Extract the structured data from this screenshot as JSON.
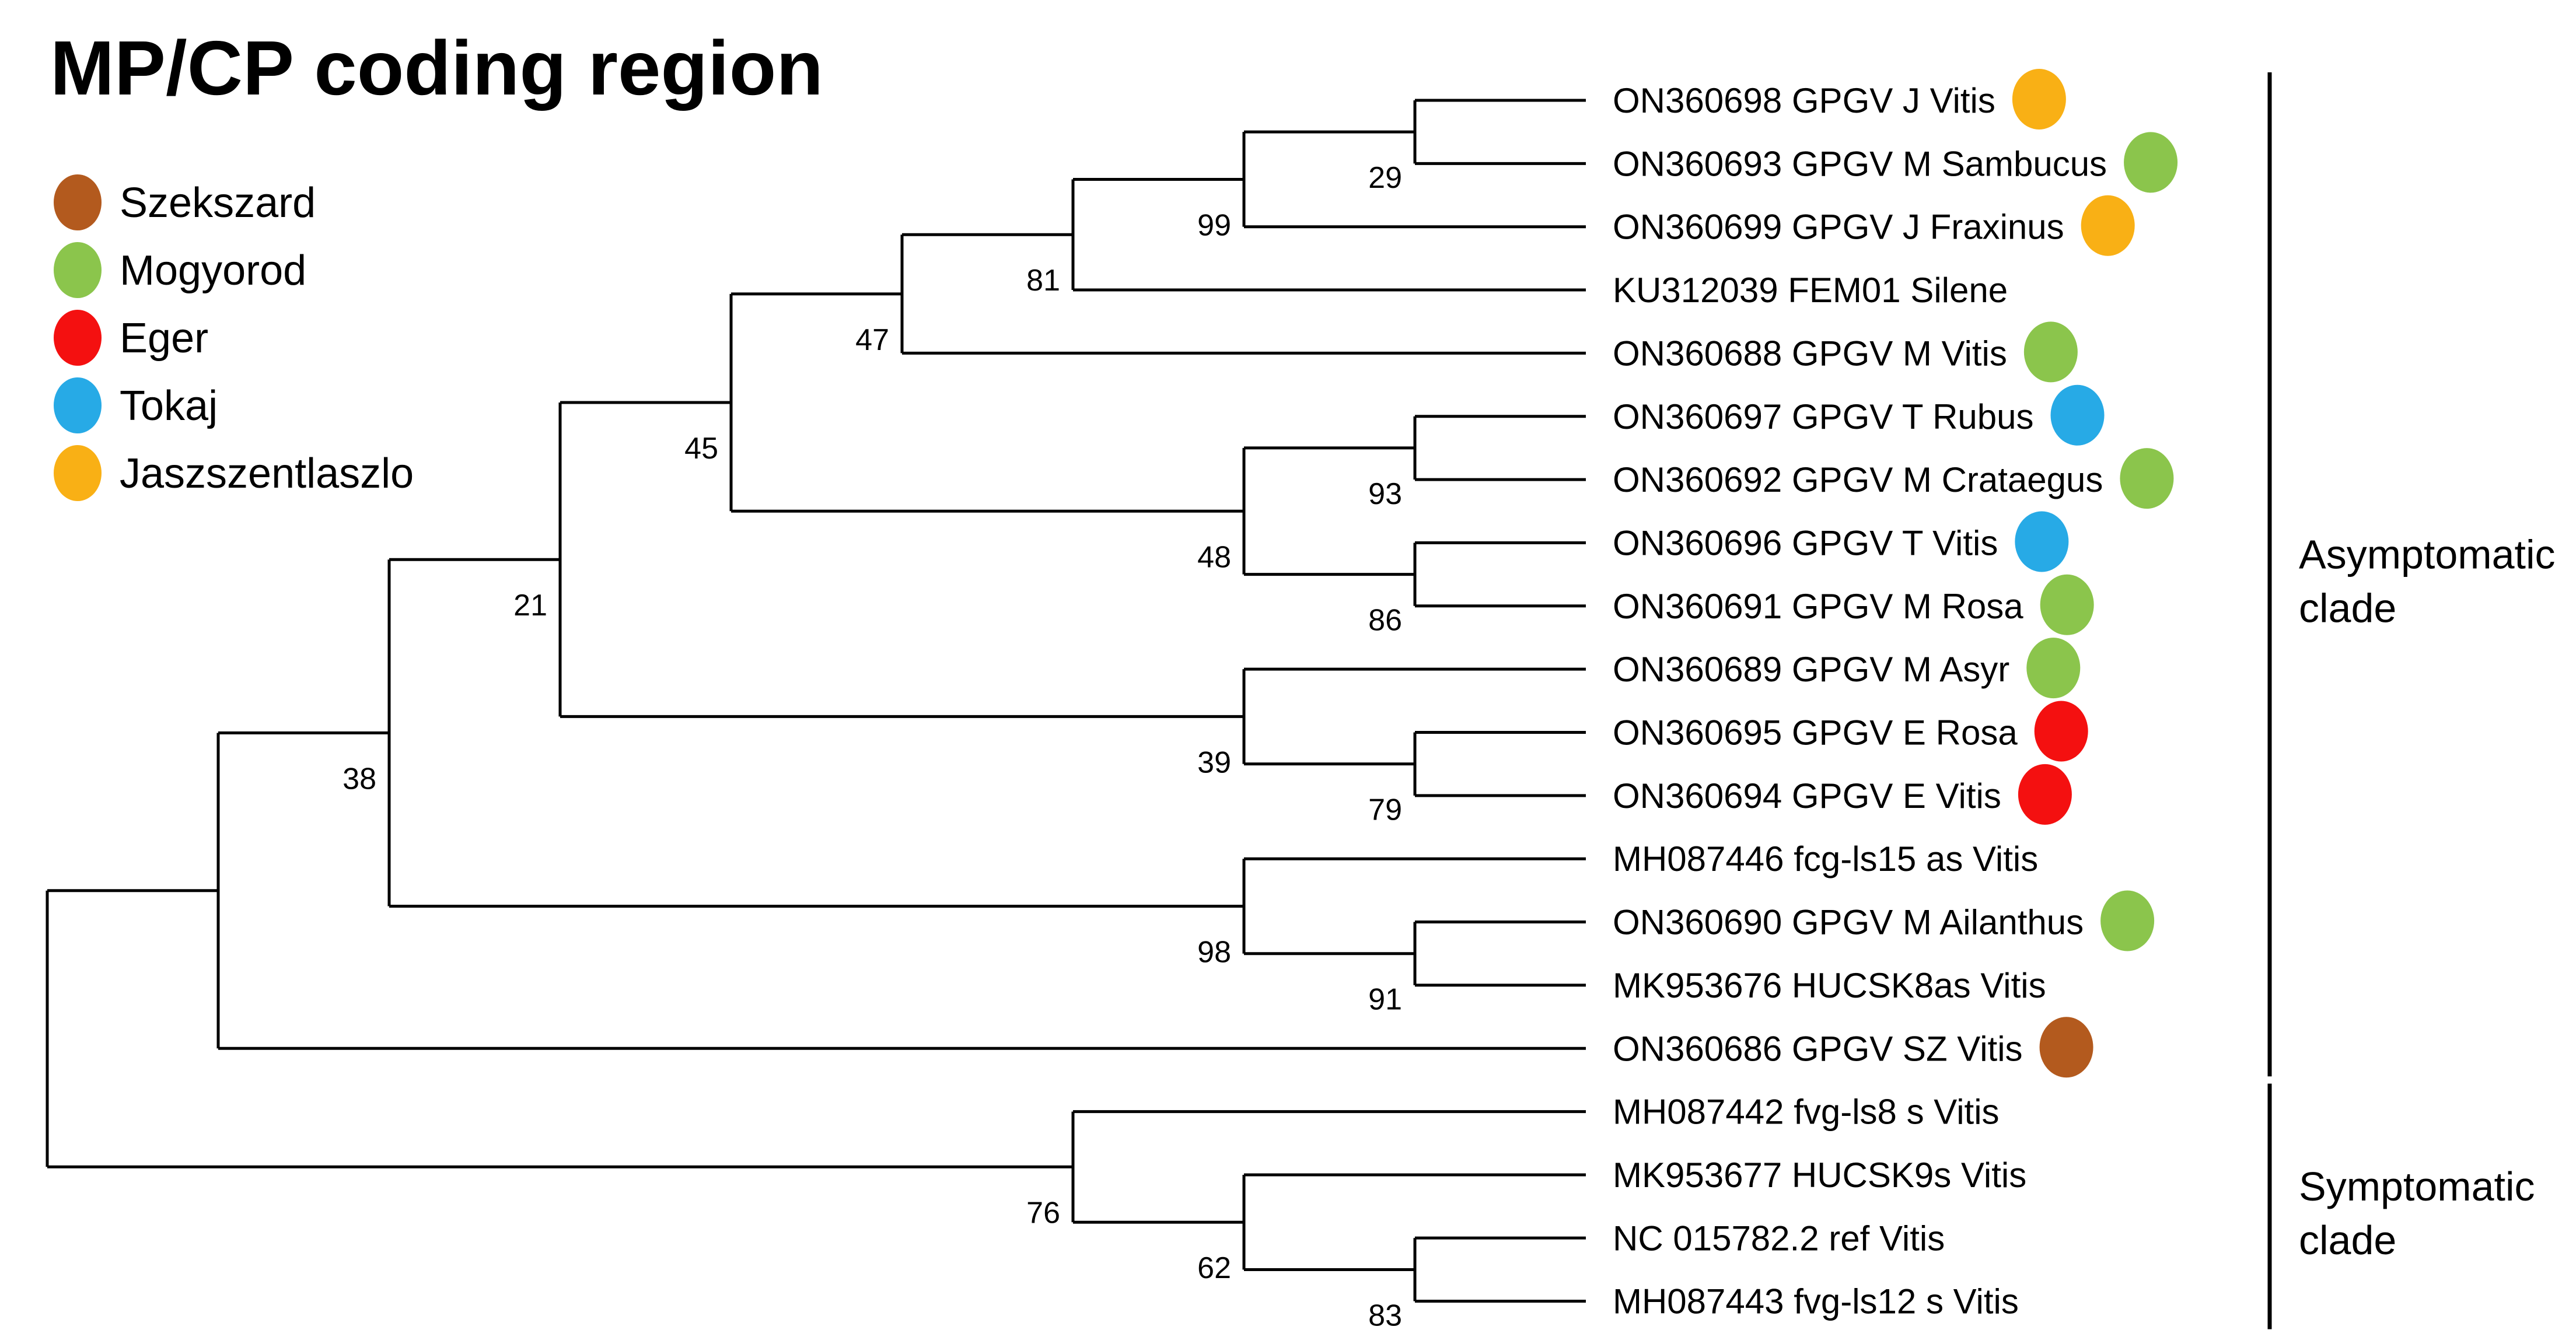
{
  "title": "MP/CP coding region",
  "legend": {
    "items": [
      {
        "key": "szekszard",
        "label": "Szekszard",
        "color": "#b35a1e"
      },
      {
        "key": "mogyorod",
        "label": "Mogyorod",
        "color": "#8bc54c"
      },
      {
        "key": "eger",
        "label": "Eger",
        "color": "#f41010"
      },
      {
        "key": "tokaj",
        "label": "Tokaj",
        "color": "#27aae6"
      },
      {
        "key": "jaszszentlaszlo",
        "label": "Jaszszentlaszlo",
        "color": "#f9b015"
      }
    ]
  },
  "clades": [
    {
      "lines": [
        "Asymptomatic",
        "clade"
      ],
      "from_leaf": 0,
      "to_leaf": 15
    },
    {
      "lines": [
        "Symptomatic",
        "clade"
      ],
      "from_leaf": 16,
      "to_leaf": 19
    }
  ],
  "tree": {
    "bootstrap": null,
    "children": [
      {
        "bootstrap": null,
        "children": [
          {
            "bootstrap": 38,
            "children": [
              {
                "bootstrap": 21,
                "children": [
                  {
                    "bootstrap": 45,
                    "children": [
                      {
                        "bootstrap": 47,
                        "children": [
                          {
                            "bootstrap": 81,
                            "children": [
                              {
                                "bootstrap": 99,
                                "children": [
                                  {
                                    "bootstrap": 29,
                                    "children": [
                                      {
                                        "name": "ON360698 GPGV J Vitis",
                                        "dot": "jaszszentlaszlo"
                                      },
                                      {
                                        "name": "ON360693 GPGV M Sambucus",
                                        "dot": "mogyorod"
                                      }
                                    ]
                                  },
                                  {
                                    "name": "ON360699 GPGV J Fraxinus",
                                    "dot": "jaszszentlaszlo"
                                  }
                                ]
                              },
                              {
                                "name": "KU312039 FEM01 Silene",
                                "dot": null
                              }
                            ]
                          },
                          {
                            "name": "ON360688 GPGV M Vitis",
                            "dot": "mogyorod"
                          }
                        ]
                      },
                      {
                        "bootstrap": 48,
                        "children": [
                          {
                            "bootstrap": 93,
                            "children": [
                              {
                                "name": "ON360697 GPGV T Rubus",
                                "dot": "tokaj"
                              },
                              {
                                "name": "ON360692 GPGV M Crataegus",
                                "dot": "mogyorod"
                              }
                            ]
                          },
                          {
                            "bootstrap": 86,
                            "children": [
                              {
                                "name": "ON360696 GPGV T Vitis",
                                "dot": "tokaj"
                              },
                              {
                                "name": "ON360691 GPGV M Rosa",
                                "dot": "mogyorod"
                              }
                            ]
                          }
                        ]
                      }
                    ]
                  },
                  {
                    "bootstrap": 39,
                    "children": [
                      {
                        "name": "ON360689 GPGV M Asyr",
                        "dot": "mogyorod"
                      },
                      {
                        "bootstrap": 79,
                        "children": [
                          {
                            "name": "ON360695 GPGV E Rosa",
                            "dot": "eger"
                          },
                          {
                            "name": "ON360694 GPGV E Vitis",
                            "dot": "eger"
                          }
                        ]
                      }
                    ]
                  }
                ]
              },
              {
                "bootstrap": 98,
                "children": [
                  {
                    "name": "MH087446 fcg-ls15 as Vitis",
                    "dot": null
                  },
                  {
                    "bootstrap": 91,
                    "children": [
                      {
                        "name": "ON360690 GPGV M Ailanthus",
                        "dot": "mogyorod"
                      },
                      {
                        "name": "MK953676 HUCSK8as Vitis",
                        "dot": null
                      }
                    ]
                  }
                ]
              }
            ]
          },
          {
            "name": "ON360686 GPGV SZ Vitis",
            "dot": "szekszard"
          }
        ]
      },
      {
        "bootstrap": 76,
        "children": [
          {
            "name": "MH087442 fvg-ls8 s Vitis",
            "dot": null
          },
          {
            "bootstrap": 62,
            "children": [
              {
                "name": "MK953677 HUCSK9s Vitis",
                "dot": null
              },
              {
                "bootstrap": 83,
                "children": [
                  {
                    "name": "NC 015782.2 ref Vitis",
                    "dot": null
                  },
                  {
                    "name": "MH087443 fvg-ls12 s Vitis",
                    "dot": null
                  }
                ]
              }
            ]
          }
        ]
      }
    ]
  }
}
